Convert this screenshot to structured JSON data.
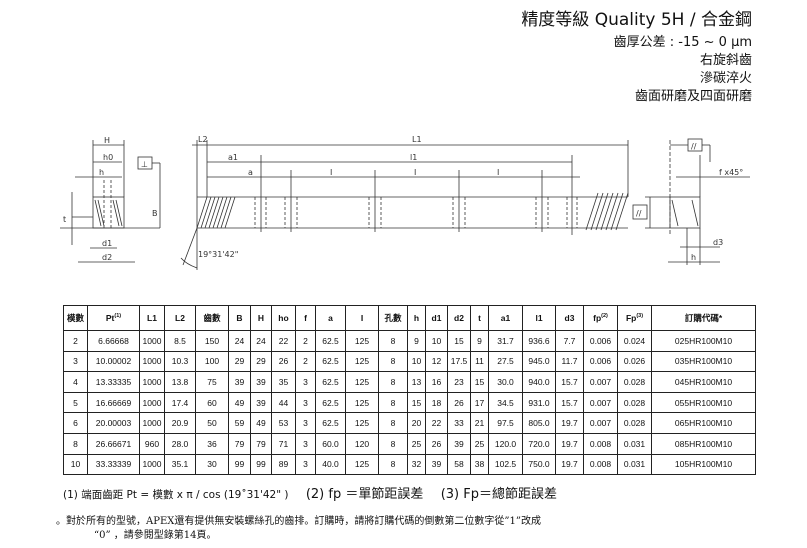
{
  "header": {
    "title": "精度等級 Quality 5H  /  合金鋼",
    "tolerance": "齒厚公差 : -15 ~ 0 μm",
    "helix": "右旋斜齒",
    "treatment": "滲碳淬火",
    "grinding": "齒面研磨及四面研磨"
  },
  "drawing": {
    "labels": {
      "H": "H",
      "h0": "h0",
      "h": "h",
      "B": "B",
      "t": "t",
      "d1": "d1",
      "d2": "d2",
      "L2": "L2",
      "L1": "L1",
      "a1": "a1",
      "l1": "l1",
      "a": "a",
      "I": "I",
      "angle": "19°31'42\"",
      "chamfer": "f x45°",
      "d3": "d3",
      "h_right": "h",
      "perp_symbol": "⊥",
      "parallel_symbol": "//"
    }
  },
  "table": {
    "headers": [
      "模數",
      "Pt",
      "L1",
      "L2",
      "齒數",
      "B",
      "H",
      "ho",
      "f",
      "a",
      "I",
      "孔數",
      "h",
      "d1",
      "d2",
      "t",
      "a1",
      "l1",
      "d3",
      "fp",
      "Fp",
      "訂購代碼*"
    ],
    "header_notes": {
      "pt": "(1)",
      "fp": "(2)",
      "Fp": "(3)"
    },
    "rows": [
      [
        "2",
        "6.66668",
        "1000",
        "8.5",
        "150",
        "24",
        "24",
        "22",
        "2",
        "62.5",
        "125",
        "8",
        "9",
        "10",
        "15",
        "9",
        "31.7",
        "936.6",
        "7.7",
        "0.006",
        "0.024",
        "025HR100M10"
      ],
      [
        "3",
        "10.00002",
        "1000",
        "10.3",
        "100",
        "29",
        "29",
        "26",
        "2",
        "62.5",
        "125",
        "8",
        "10",
        "12",
        "17.5",
        "11",
        "27.5",
        "945.0",
        "11.7",
        "0.006",
        "0.026",
        "035HR100M10"
      ],
      [
        "4",
        "13.33335",
        "1000",
        "13.8",
        "75",
        "39",
        "39",
        "35",
        "3",
        "62.5",
        "125",
        "8",
        "13",
        "16",
        "23",
        "15",
        "30.0",
        "940.0",
        "15.7",
        "0.007",
        "0.028",
        "045HR100M10"
      ],
      [
        "5",
        "16.66669",
        "1000",
        "17.4",
        "60",
        "49",
        "39",
        "44",
        "3",
        "62.5",
        "125",
        "8",
        "15",
        "18",
        "26",
        "17",
        "34.5",
        "931.0",
        "15.7",
        "0.007",
        "0.028",
        "055HR100M10"
      ],
      [
        "6",
        "20.00003",
        "1000",
        "20.9",
        "50",
        "59",
        "49",
        "53",
        "3",
        "62.5",
        "125",
        "8",
        "20",
        "22",
        "33",
        "21",
        "97.5",
        "805.0",
        "19.7",
        "0.007",
        "0.028",
        "065HR100M10"
      ],
      [
        "8",
        "26.66671",
        "960",
        "28.0",
        "36",
        "79",
        "79",
        "71",
        "3",
        "60.0",
        "120",
        "8",
        "25",
        "26",
        "39",
        "25",
        "120.0",
        "720.0",
        "19.7",
        "0.008",
        "0.031",
        "085HR100M10"
      ],
      [
        "10",
        "33.33339",
        "1000",
        "35.1",
        "30",
        "99",
        "99",
        "89",
        "3",
        "40.0",
        "125",
        "8",
        "32",
        "39",
        "58",
        "38",
        "102.5",
        "750.0",
        "19.7",
        "0.008",
        "0.031",
        "105HR100M10"
      ]
    ]
  },
  "notes": {
    "n1": "(1) 端面齒距 Pt = 模數 x π / cos (19˚31'42\" )",
    "n2": "(2) fp ＝單節距誤差",
    "n3": "(3) Fp＝總節距誤差",
    "footnote_1": "。對於所有的型號，APEX還有提供無安裝螺絲孔的齒排。訂購時，請將訂購代碼的倒數第二位數字從”1”改成",
    "footnote_2": "“0” ，請參閱型錄第14頁。"
  }
}
